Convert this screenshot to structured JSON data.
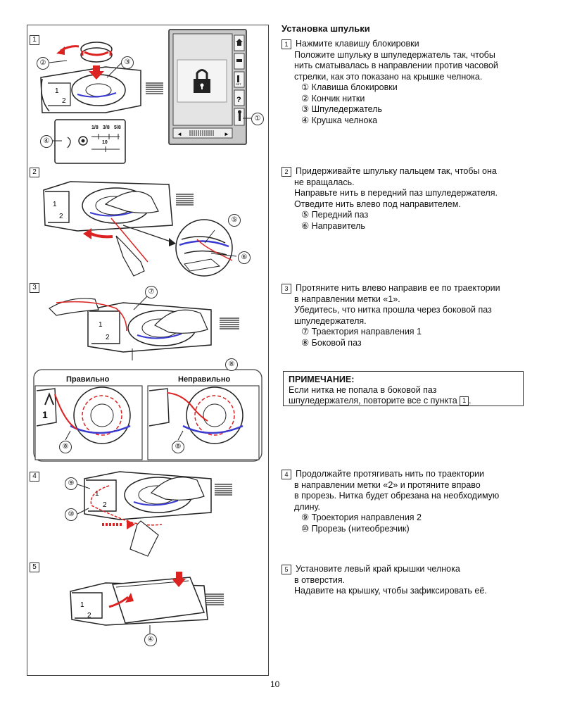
{
  "page_number": "10",
  "figures": {
    "step1": "1",
    "step2": "2",
    "step3": "3",
    "step4": "4",
    "step5": "5",
    "callouts": [
      "①",
      "②",
      "③",
      "④",
      "⑤",
      "⑥",
      "⑦",
      "⑧",
      "⑨",
      "⑩"
    ],
    "scale_labels": {
      "a": "1/8",
      "b": "3/8",
      "c": "5/8",
      "d": "10"
    },
    "mark1": "1",
    "mark2": "2",
    "correct_label": "Правильно",
    "incorrect_label": "Неправильно",
    "screen_side_icons": [
      "home-icon",
      "sew-icon",
      "settings-icon",
      "help-icon",
      "lock-key-icon"
    ],
    "screen_icon_set": "SET",
    "screen_nav": {
      "left": "◄",
      "right": "►"
    }
  },
  "text": {
    "title": "Установка шпульки",
    "s1_num": "1",
    "s1_lines": [
      "Нажмите клавишу блокировки",
      "Положите шпульку в шпуледержатель так, чтобы",
      "нить сматывалась в направлении против часовой",
      "стрелки, как это показано на крышке челнока."
    ],
    "s1_items": [
      "① Клавиша блокировки",
      "② Кончик нитки",
      "③ Шпуледержатель",
      "④ Крушка челнока"
    ],
    "s2_num": "2",
    "s2_lines": [
      "Придерживайте шпульку пальцем так, чтобы она",
      "не вращалась.",
      "Направьте нить в передний паз шпуледержателя.",
      "Отведите нить влево под направителем."
    ],
    "s2_items": [
      "⑤ Передний паз",
      "⑥ Направитель"
    ],
    "s3_num": "3",
    "s3_lines": [
      "Протяните нить влево направив ее по траектории",
      "в направлении метки «1».",
      "Убедитесь, что нитка прошла через боковой паз",
      "шпуледержателя."
    ],
    "s3_items": [
      "⑦ Траектория направления 1",
      "⑧ Боковой паз"
    ],
    "note_head": "ПРИМЕЧАНИЕ:",
    "note_line1": "Если нитка не попала в боковой паз",
    "note_line2_pre": "шпуледержателя, повторите все с пункта",
    "note_box": "1",
    "note_line2_post": ".",
    "s4_num": "4",
    "s4_lines": [
      "Продолжайте протягивать нить по траектории",
      "в направлении метки «2» и протяните вправо",
      "в прорезь. Нитка будет обрезана на необходимую",
      "длину."
    ],
    "s4_items": [
      "⑨ Троектория направления 2",
      "⑩ Прорезь (нитеобрезчик)"
    ],
    "s5_num": "5",
    "s5_lines": [
      "Установите левый край крышки челнока",
      "в отверстия.",
      "Надавите на крышку, чтобы зафиксировать её."
    ]
  }
}
